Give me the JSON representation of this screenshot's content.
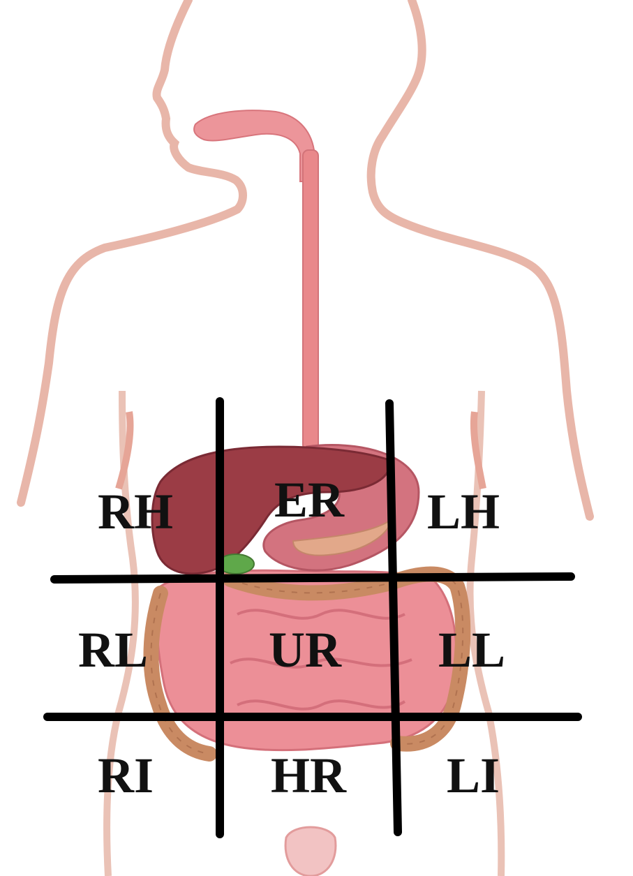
{
  "regions": {
    "rh": "RH",
    "er": "ER",
    "lh": "LH",
    "rl": "RL",
    "ur": "UR",
    "ll": "LL",
    "ri": "RI",
    "hr": "HR",
    "li": "LI"
  },
  "colors": {
    "body_outline": "#e8b6a9",
    "body_fill": "#fdf7f4",
    "esophagus": "#e9888b",
    "liver": "#9b3c45",
    "stomach": "#cf6d7d",
    "gallbladder": "#5fa84a",
    "colon": "#c98a63",
    "small_intestine": "#e9878f",
    "grid_line": "#000000"
  }
}
